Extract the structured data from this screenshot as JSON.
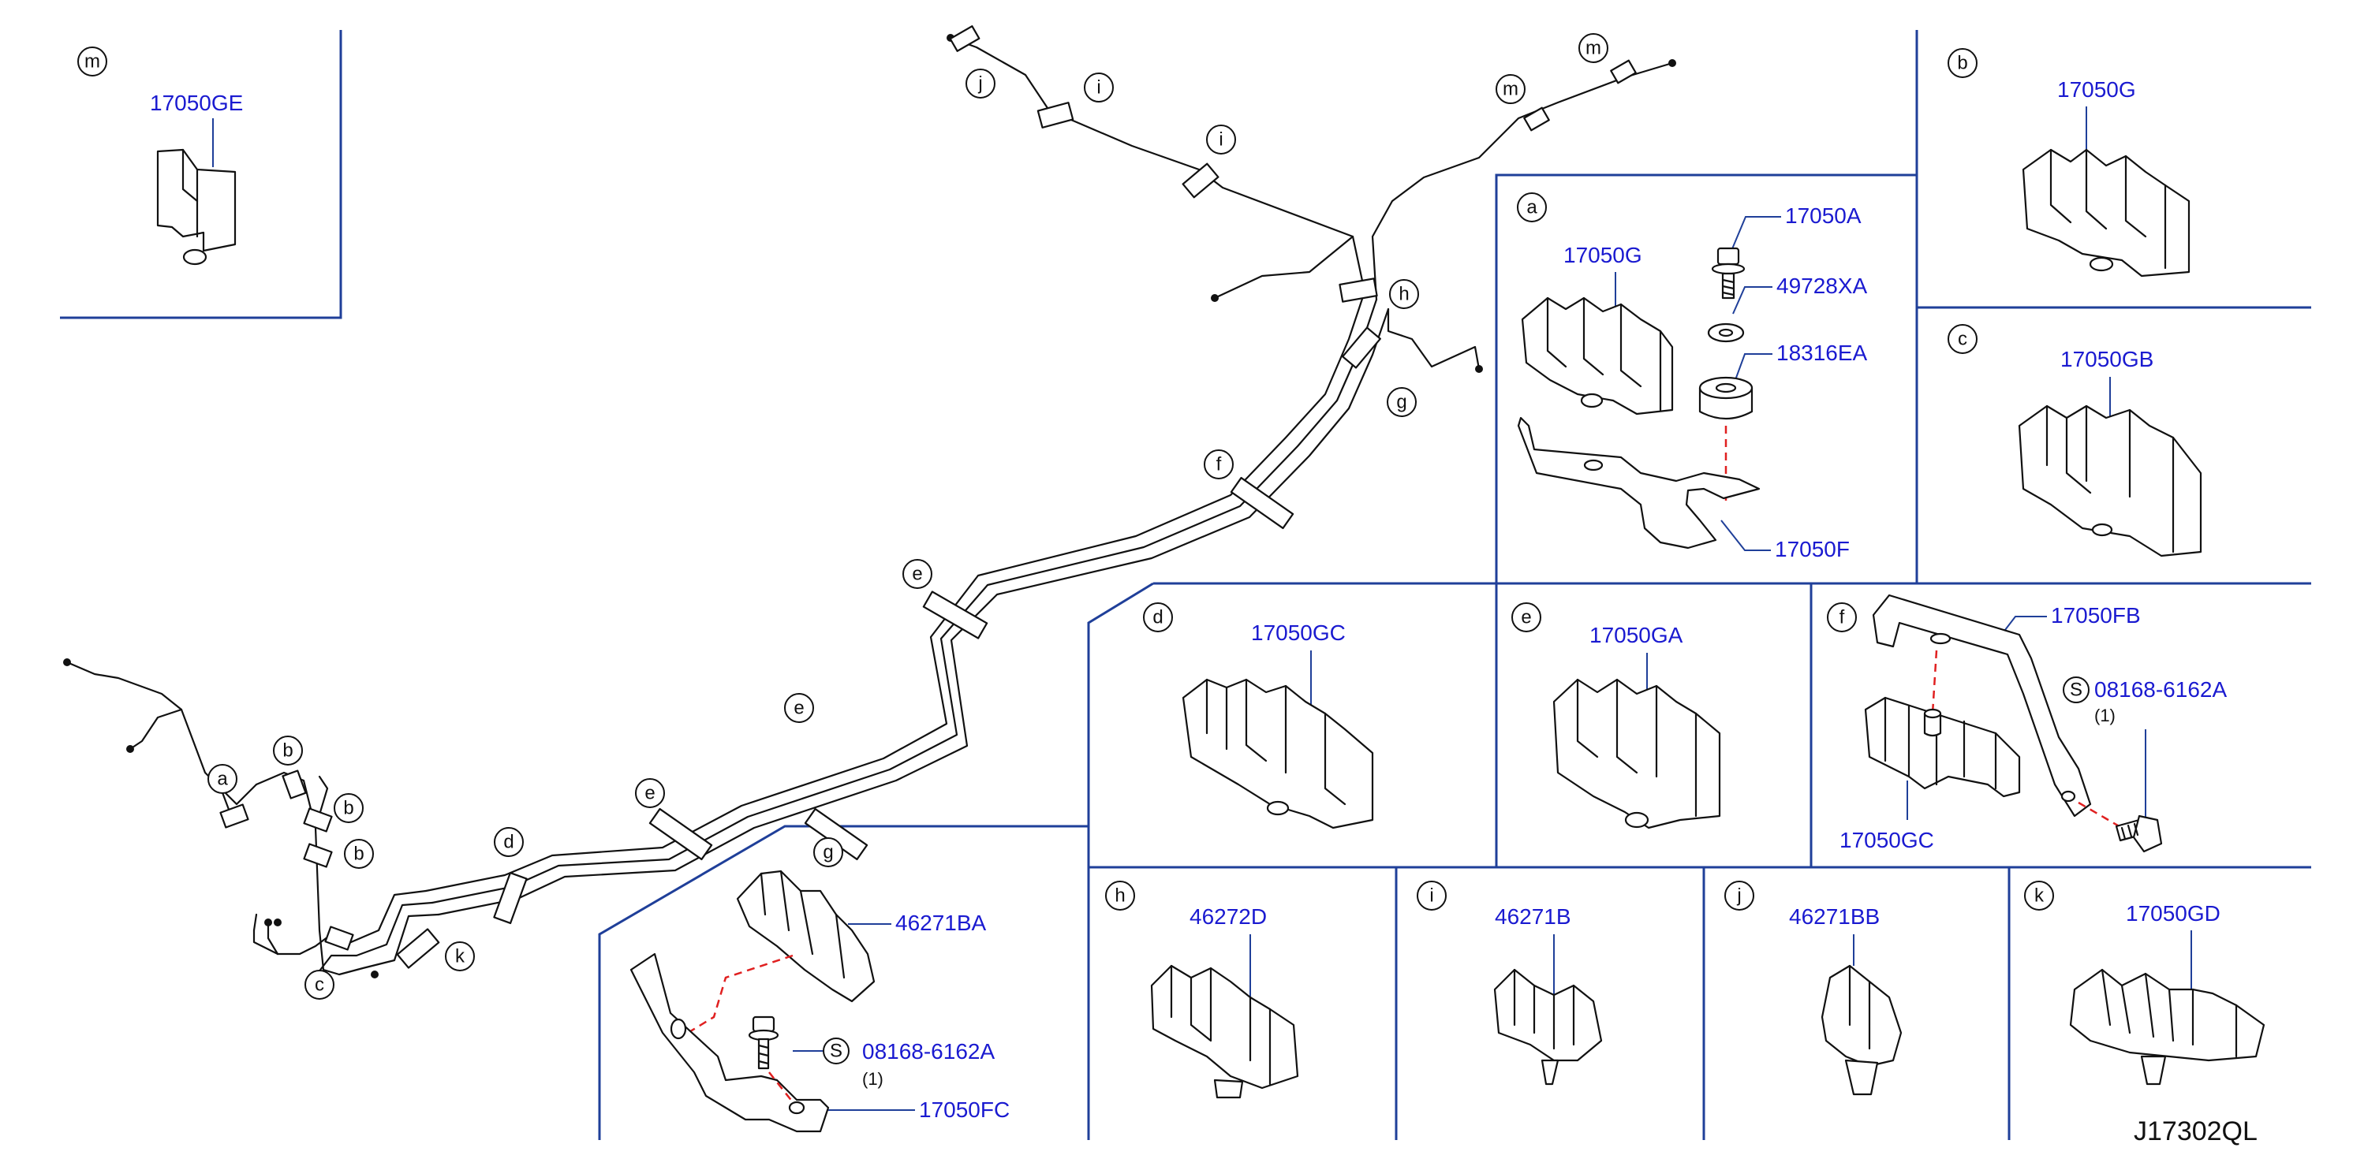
{
  "diagram_code": "J17302QL",
  "route_labels": {
    "a": "a",
    "b": "b",
    "c": "c",
    "d": "d",
    "e": "e",
    "f": "f",
    "g": "g",
    "h": "h",
    "i": "i",
    "j": "j",
    "k": "k",
    "m": "m"
  },
  "panels": {
    "m": {
      "letter": "m",
      "parts": [
        "17050GE"
      ]
    },
    "b": {
      "letter": "b",
      "parts": [
        "17050G"
      ]
    },
    "c": {
      "letter": "c",
      "parts": [
        "17050GB"
      ]
    },
    "a": {
      "letter": "a",
      "parts": [
        "17050G",
        "17050A",
        "49728XA",
        "18316EA",
        "17050F"
      ]
    },
    "d": {
      "letter": "d",
      "parts": [
        "17050GC"
      ]
    },
    "e": {
      "letter": "e",
      "parts": [
        "17050GA"
      ]
    },
    "f": {
      "letter": "f",
      "parts": [
        "17050FB",
        "08168-6162A",
        "17050GC"
      ],
      "symbol": "S",
      "quantity": "(1)"
    },
    "g": {
      "letter": "g",
      "parts": [
        "46271BA",
        "08168-6162A",
        "17050FC"
      ],
      "symbol": "S",
      "quantity": "(1)"
    },
    "h": {
      "letter": "h",
      "parts": [
        "46272D"
      ]
    },
    "i": {
      "letter": "i",
      "parts": [
        "46271B"
      ]
    },
    "j": {
      "letter": "j",
      "parts": [
        "46271BB"
      ]
    },
    "k": {
      "letter": "k",
      "parts": [
        "17050GD"
      ]
    }
  }
}
